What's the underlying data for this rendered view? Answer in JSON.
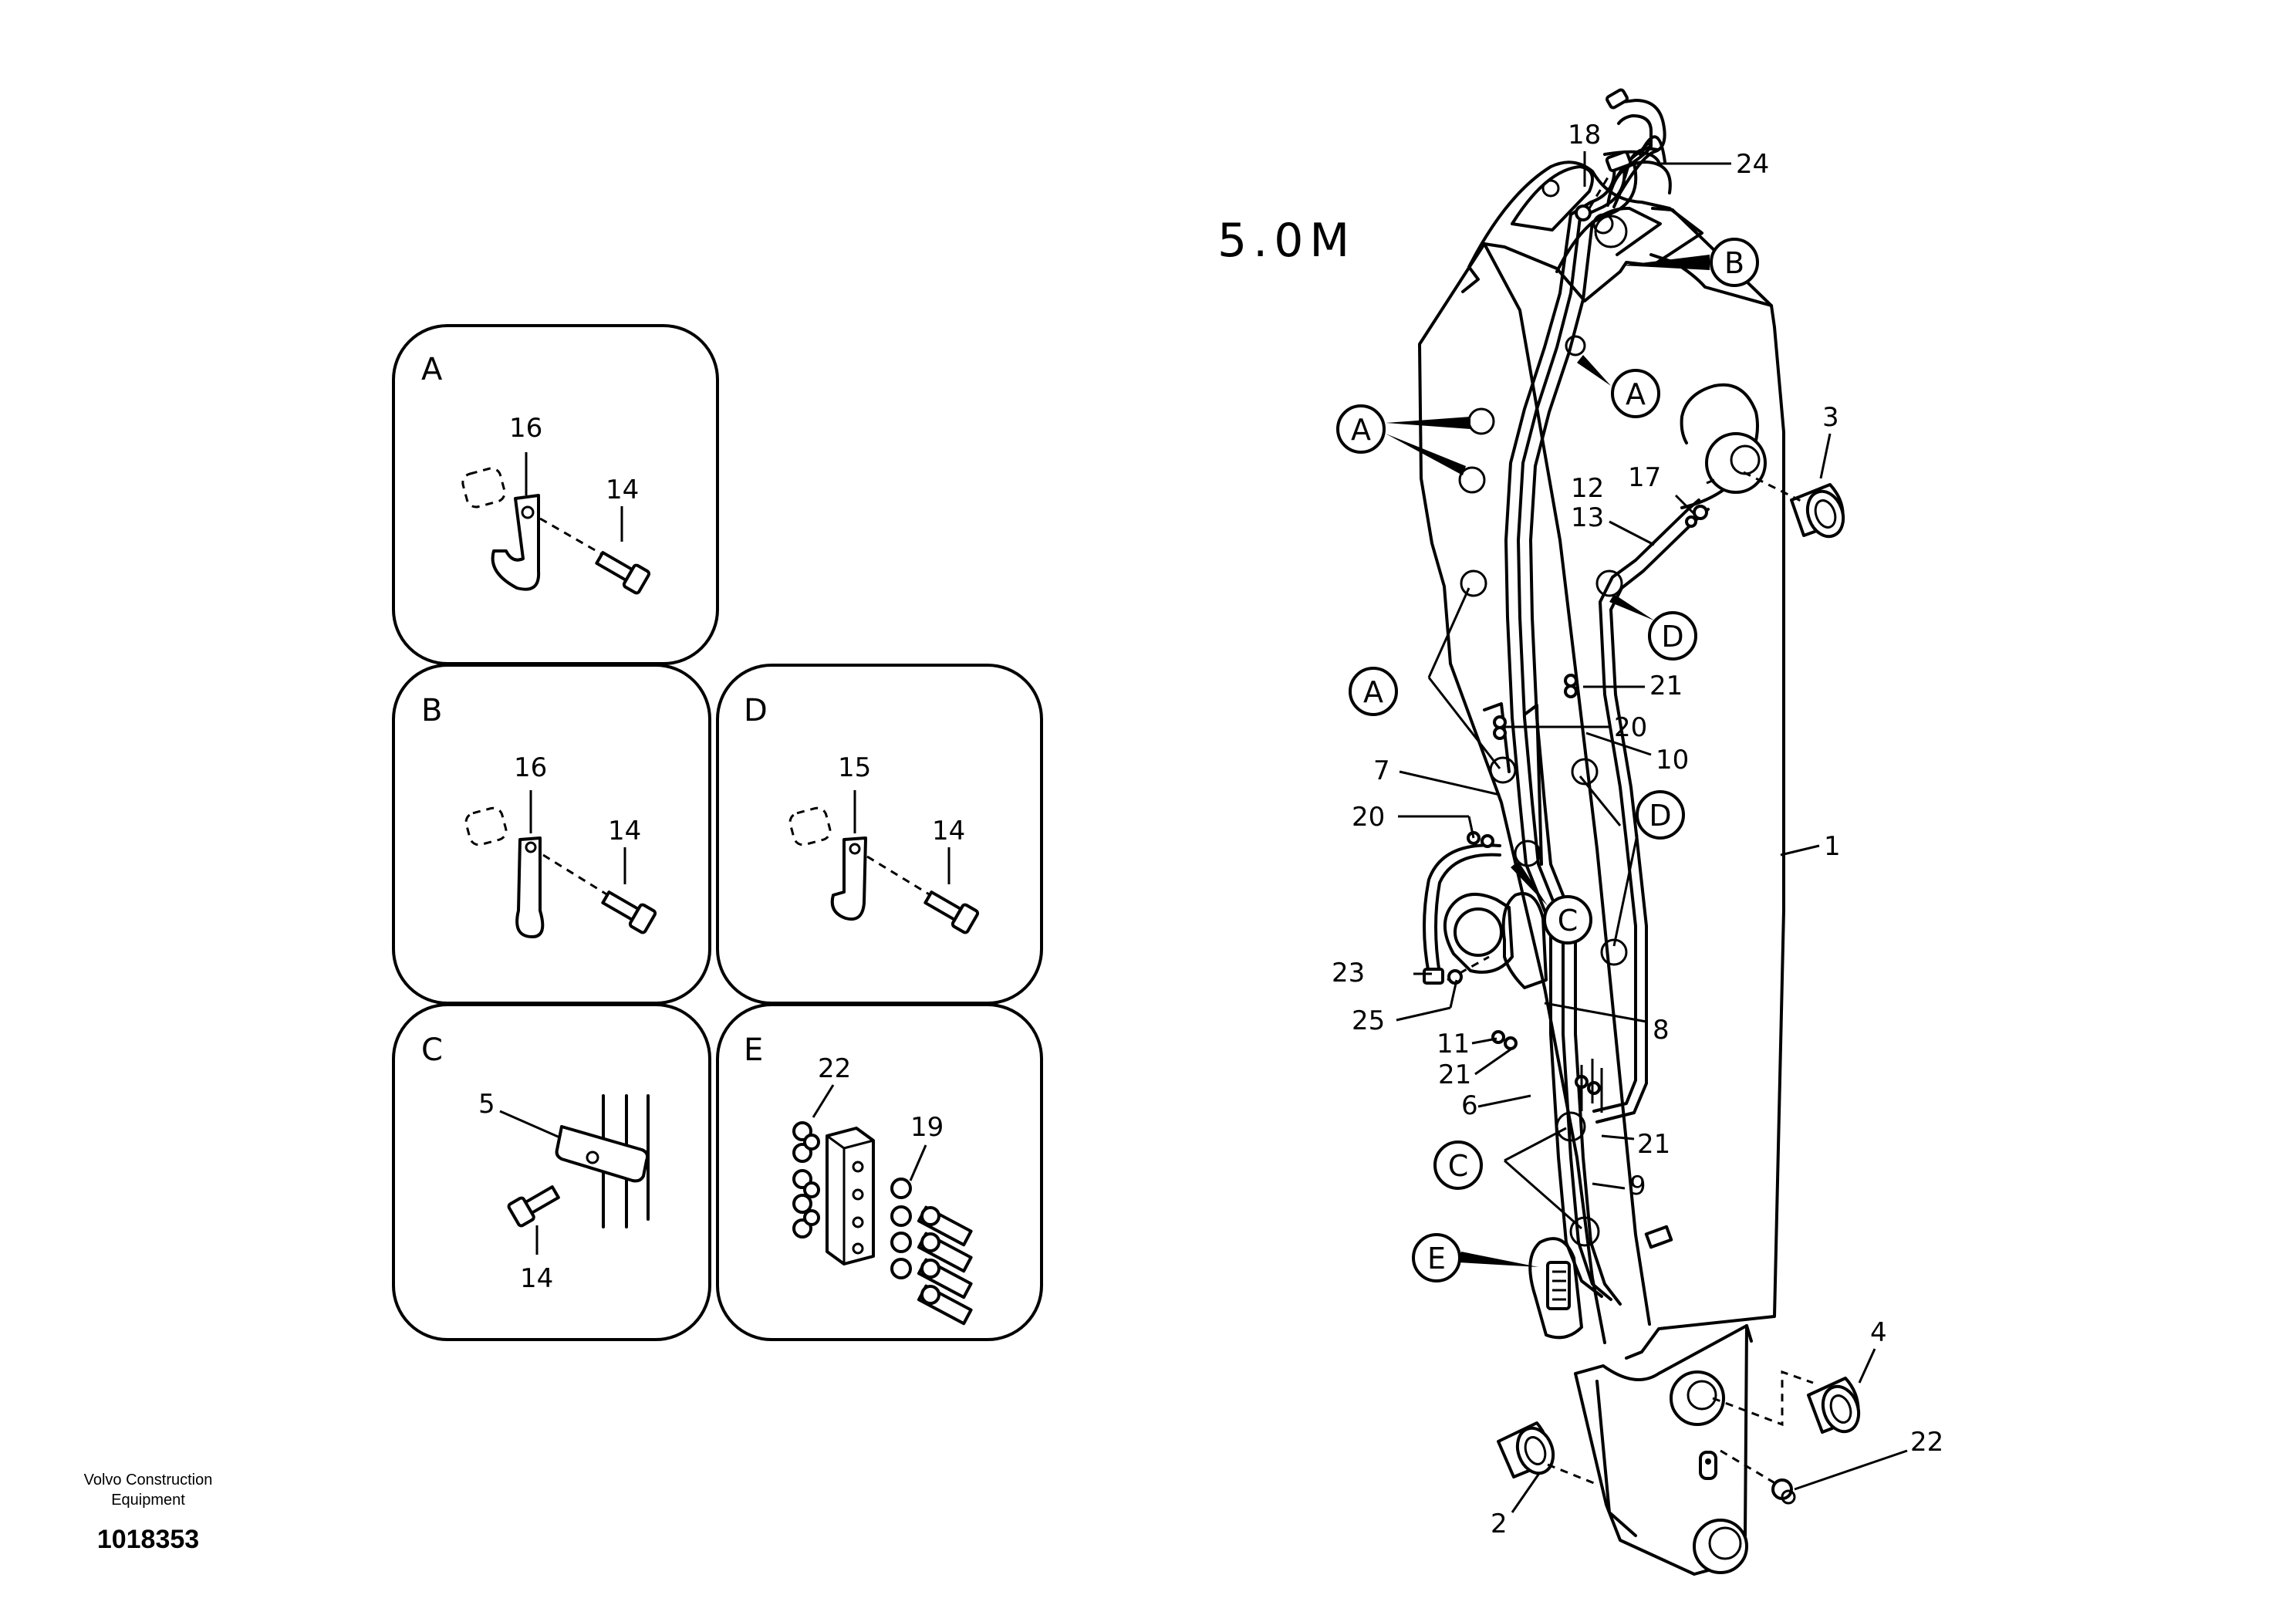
{
  "title": "5.0M",
  "footer": {
    "company_line1": "Volvo Construction",
    "company_line2": "Equipment",
    "drawing_number": "1018353"
  },
  "detail_panels": {
    "A": {
      "letter": "A",
      "callouts": [
        "16",
        "14"
      ]
    },
    "B": {
      "letter": "B",
      "callouts": [
        "16",
        "14"
      ]
    },
    "D": {
      "letter": "D",
      "callouts": [
        "15",
        "14"
      ]
    },
    "C": {
      "letter": "C",
      "callouts": [
        "5",
        "14"
      ]
    },
    "E": {
      "letter": "E",
      "callouts": [
        "22",
        "19"
      ]
    }
  },
  "view_markers": {
    "A1": "A",
    "A2": "A",
    "A3": "A",
    "B": "B",
    "C1": "C",
    "C2": "C",
    "D1": "D",
    "D2": "D",
    "E": "E"
  },
  "part_callouts": {
    "p1": "1",
    "p2": "2",
    "p3": "3",
    "p4": "4",
    "p5": "6",
    "p6": "7",
    "p7": "8",
    "p8": "9",
    "p9": "10",
    "p10": "11",
    "p11": "12",
    "p12": "13",
    "p13": "17",
    "p14": "18",
    "p15": "20",
    "p16": "20",
    "p17": "21",
    "p18": "21",
    "p19": "21",
    "p20": "22",
    "p21": "23",
    "p22": "24",
    "p23": "25"
  }
}
